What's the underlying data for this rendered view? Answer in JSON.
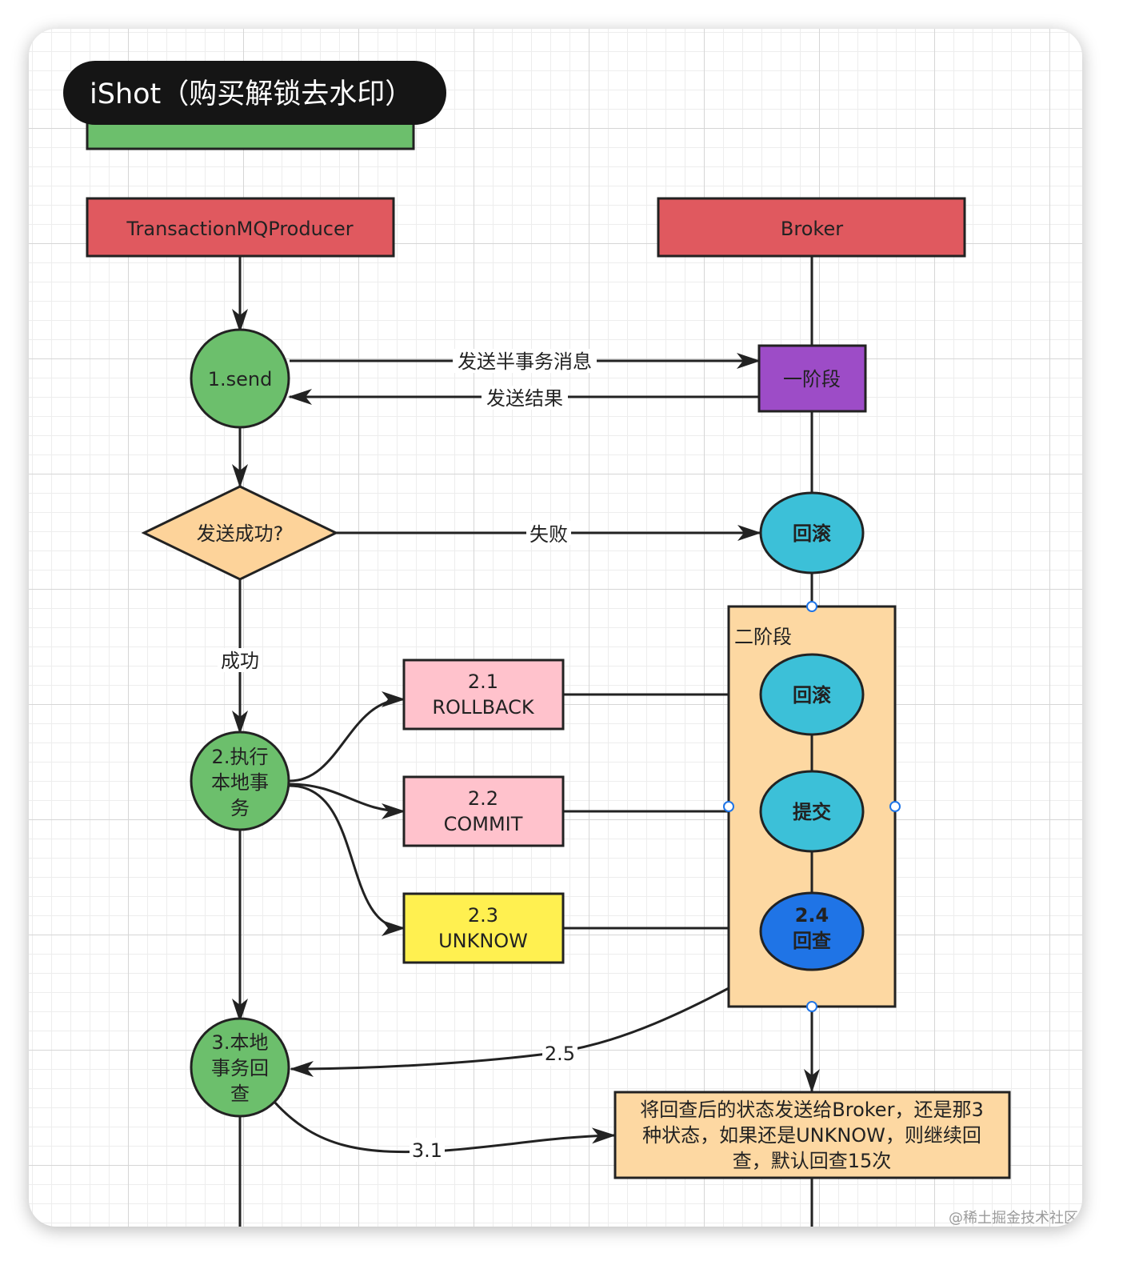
{
  "watermark": {
    "ishot": "iShot（购买解锁去水印）",
    "site": "@稀土掘金技术社区"
  },
  "nodes": {
    "producer": "TransactionMQProducer",
    "broker": "Broker",
    "send": "1.send",
    "phase1": "一阶段",
    "decision": "发送成功?",
    "rollback_top": "回滚",
    "phase2": "二阶段",
    "exec_line1": "2.执行",
    "exec_line2": "本地事",
    "exec_line3": "务",
    "box_rollback_num": "2.1",
    "box_rollback": "ROLLBACK",
    "box_commit_num": "2.2",
    "box_commit": "COMMIT",
    "box_unknow_num": "2.3",
    "box_unknow": "UNKNOW",
    "p2_rollback": "回滚",
    "p2_commit": "提交",
    "p2_check_num": "2.4",
    "p2_check": "回查",
    "check_line1": "3.本地",
    "check_line2": "事务回",
    "check_line3": "查",
    "note_line1": "将回查后的状态发送给Broker，还是那3",
    "note_line2": "种状态，如果还是UNKNOW，则继续回",
    "note_line3": "查，默认回查15次"
  },
  "edges": {
    "send_half": "发送半事务消息",
    "send_result": "发送结果",
    "fail": "失败",
    "success": "成功",
    "e25": "2.5",
    "e31": "3.1"
  },
  "colors": {
    "red": "#e0595f",
    "green": "#6cbf6c",
    "purple": "#9d4cc7",
    "cyan": "#3cc0d8",
    "blue": "#1f74e6",
    "orange_bg": "#fdd8a2",
    "diamond": "#fdd39a",
    "pink": "#ffc2cc",
    "yellow": "#fff050"
  }
}
